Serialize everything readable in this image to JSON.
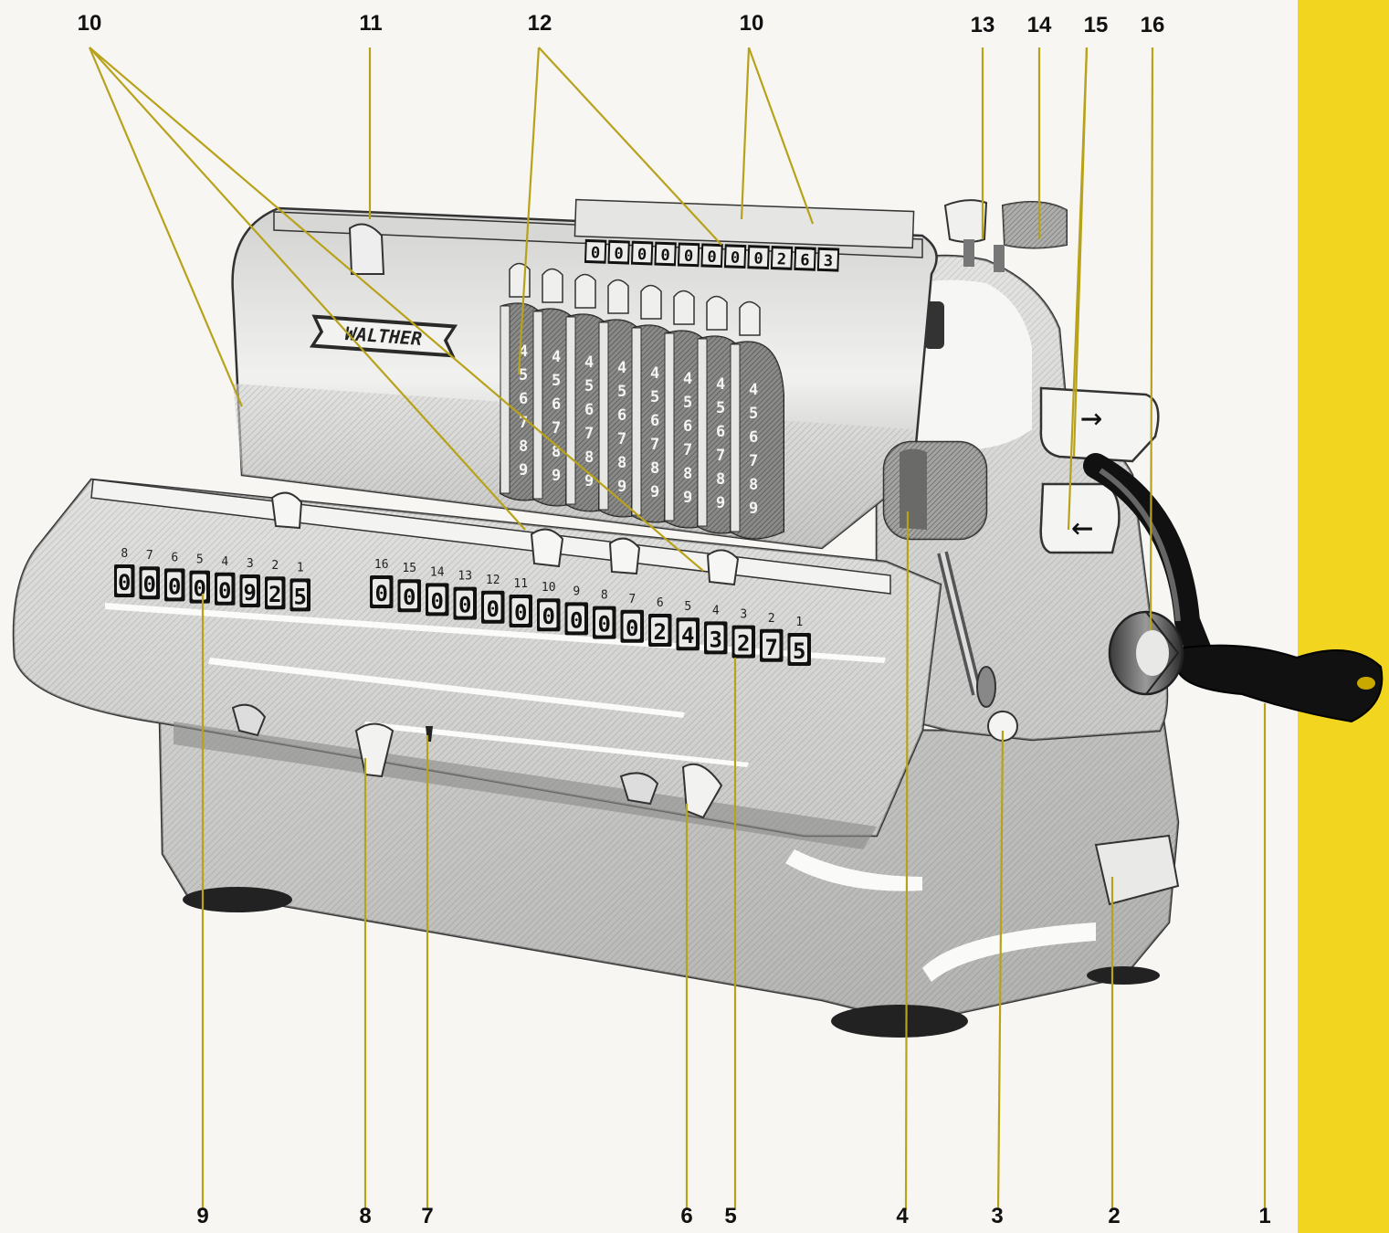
{
  "diagram": {
    "brand": "WALTHER",
    "callouts_top": [
      "10",
      "11",
      "12",
      "10",
      "13",
      "14",
      "15",
      "16"
    ],
    "callouts_bottom": [
      "9",
      "8",
      "7",
      "6",
      "5",
      "4",
      "3",
      "2",
      "1"
    ],
    "product_register": {
      "positions": [
        "8",
        "7",
        "6",
        "5",
        "4",
        "3",
        "2",
        "1"
      ],
      "digits": [
        "0",
        "0",
        "0",
        "0",
        "0",
        "9",
        "2",
        "5"
      ]
    },
    "accumulator_register": {
      "positions": [
        "16",
        "15",
        "14",
        "13",
        "12",
        "11",
        "10",
        "9",
        "8",
        "7",
        "6",
        "5",
        "4",
        "3",
        "2",
        "1"
      ],
      "digits": [
        "0",
        "0",
        "0",
        "0",
        "0",
        "0",
        "0",
        "0",
        "0",
        "0",
        "2",
        "4",
        "3",
        "2",
        "7",
        "5"
      ]
    },
    "counter_register": {
      "digits": [
        "0",
        "0",
        "0",
        "0",
        "0",
        "0",
        "0",
        "0",
        "2",
        "6",
        "3"
      ]
    },
    "arrow_right": "→",
    "arrow_left": "←",
    "colors": {
      "accent": "#f2d51f",
      "leader": "#b8a21a",
      "metal_light": "#e2e2e0",
      "metal_mid": "#b4b4b2",
      "metal_dark": "#6d6d6b",
      "ink": "#1a1a1a"
    }
  }
}
